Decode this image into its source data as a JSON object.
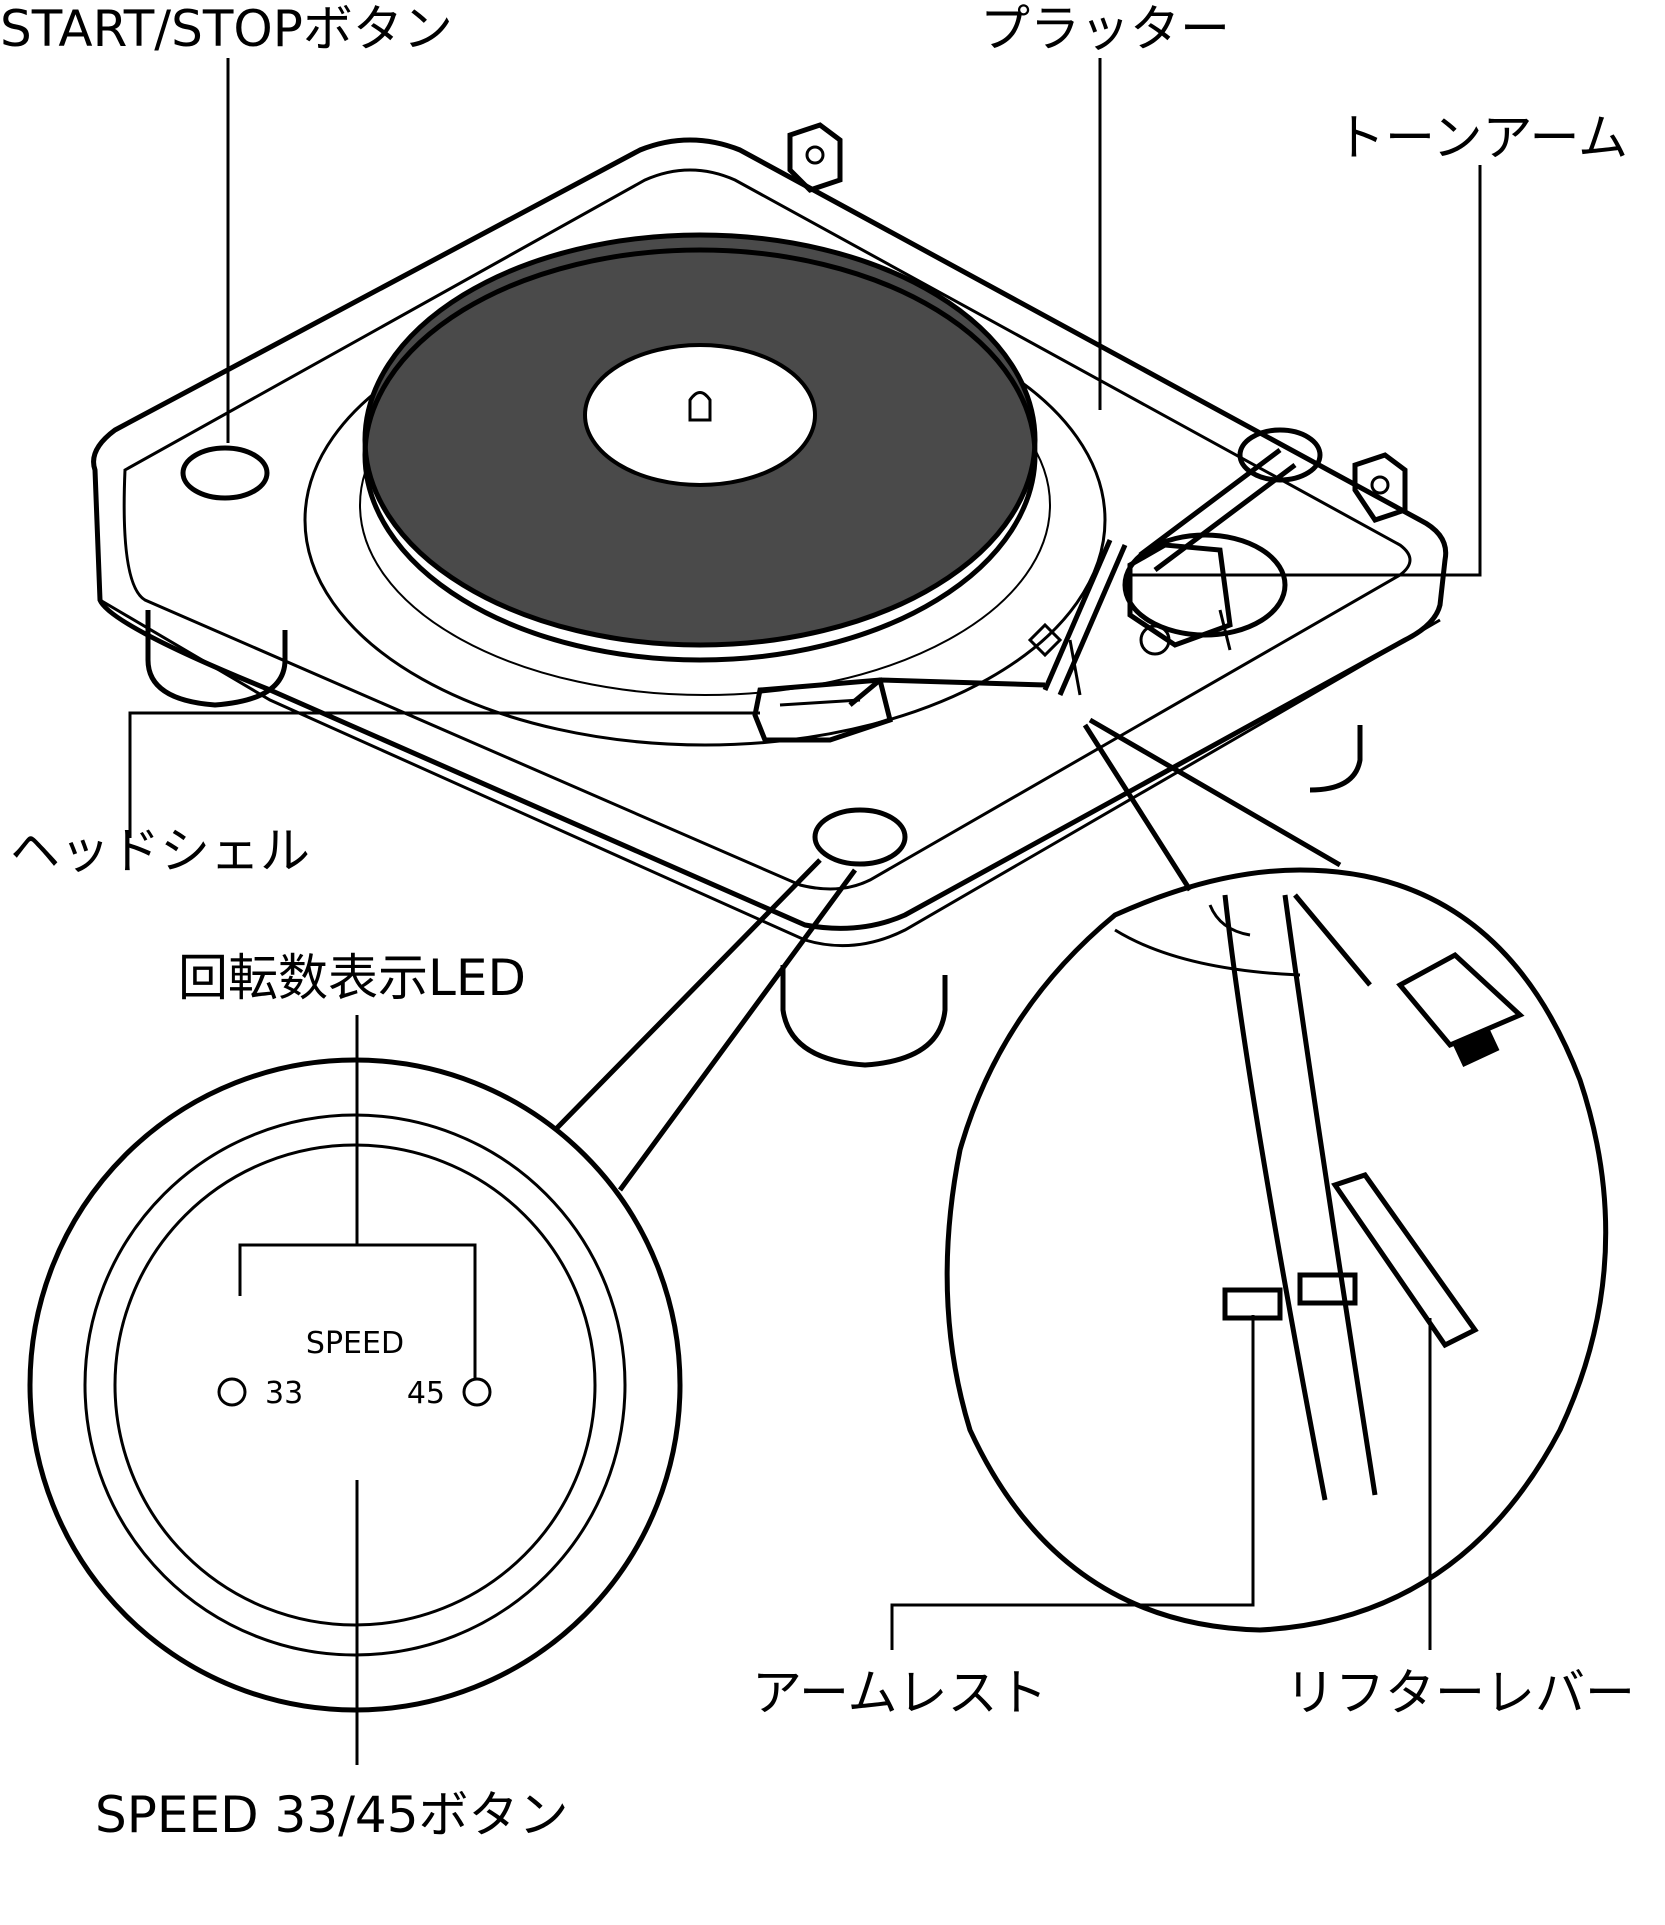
{
  "labels": {
    "start_stop": "START/STOPボタン",
    "platter": "プラッター",
    "tonearm": "トーンアーム",
    "headshell": "ヘッドシェル",
    "rpm_led": "回転数表示LED",
    "arm_rest": "アームレスト",
    "lifter_lever": "リフターレバー",
    "speed_button": "SPEED 33/45ボタン"
  },
  "panel": {
    "speed": "SPEED",
    "speed_33": "33",
    "speed_45": "45"
  }
}
